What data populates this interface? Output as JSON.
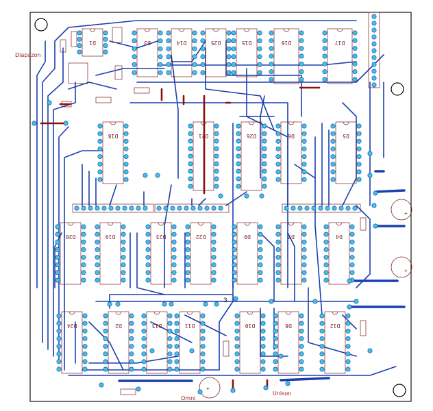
{
  "board": {
    "chips": [
      {
        "ref": "D1"
      },
      {
        "ref": "D3"
      },
      {
        "ref": "D14"
      },
      {
        "ref": "D25"
      },
      {
        "ref": "D15"
      },
      {
        "ref": "D16"
      },
      {
        "ref": "D17"
      },
      {
        "ref": "D18"
      },
      {
        "ref": "D21"
      },
      {
        "ref": "D26"
      },
      {
        "ref": "D6"
      },
      {
        "ref": "D5"
      },
      {
        "ref": "D19"
      },
      {
        "ref": "D22"
      },
      {
        "ref": "D9"
      },
      {
        "ref": "D7"
      },
      {
        "ref": "D4"
      },
      {
        "ref": "D20"
      },
      {
        "ref": "D23"
      },
      {
        "ref": "D24"
      },
      {
        "ref": "D2"
      },
      {
        "ref": "D13"
      },
      {
        "ref": "D11"
      },
      {
        "ref": "D10"
      },
      {
        "ref": "D8"
      },
      {
        "ref": "D12"
      }
    ],
    "labels": {
      "diapazon": "Diapazon",
      "omni": "Omni",
      "unison": "Unison",
      "node3": "3"
    }
  }
}
